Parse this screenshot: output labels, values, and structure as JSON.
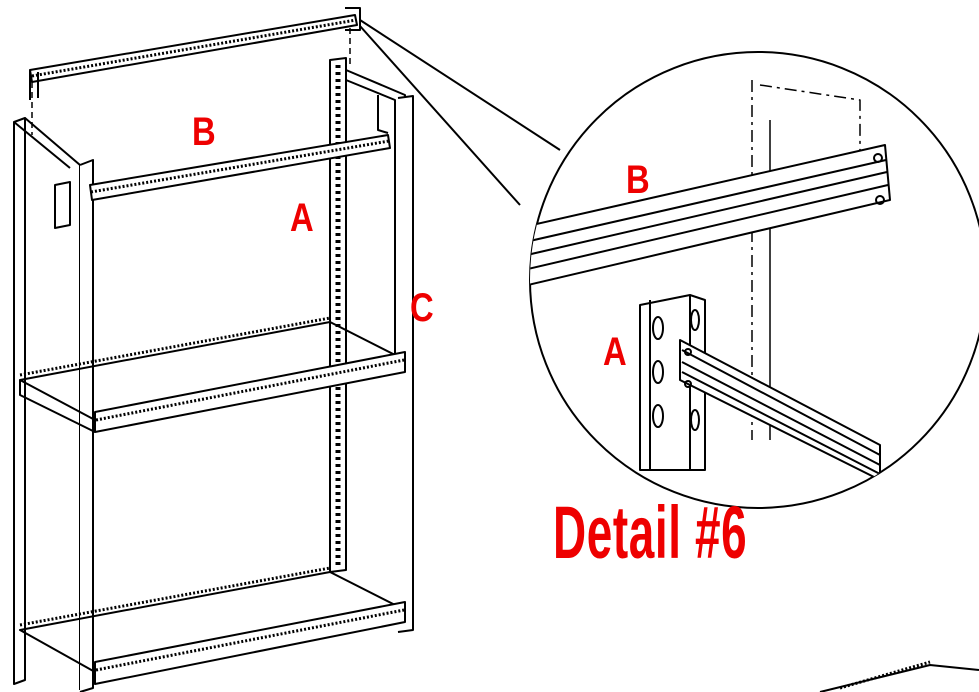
{
  "diagram": {
    "labels": {
      "main_b": "B",
      "main_a": "A",
      "main_c": "C",
      "detail_b": "B",
      "detail_a": "A"
    },
    "caption": "Detail #6",
    "colors": {
      "label": "#ee0000",
      "line": "#000000",
      "background": "#ffffff"
    }
  }
}
